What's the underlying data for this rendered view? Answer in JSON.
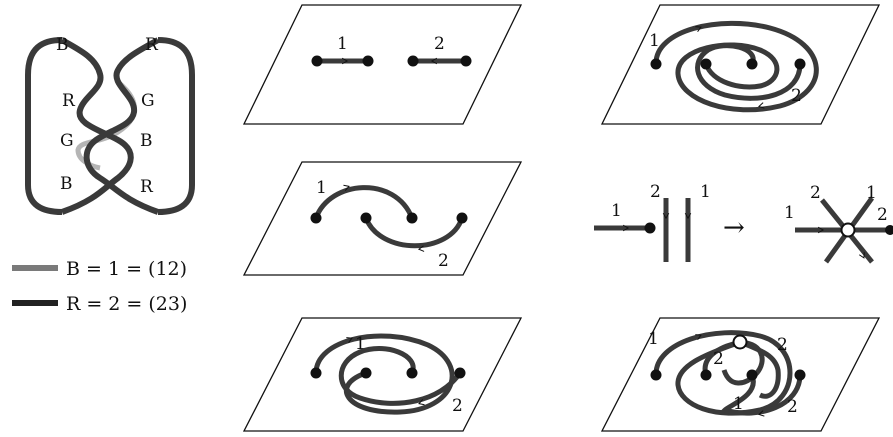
{
  "braid": {
    "left_top": "B",
    "right_top": "R",
    "left_2": "R",
    "right_2": "G",
    "left_3": "G",
    "right_3": "B",
    "left_bottom": "B",
    "right_bottom": "R"
  },
  "legend": {
    "row1": "B = 1 = (12)",
    "row2": "R = 2 = (23)"
  },
  "labels": {
    "one": "1",
    "two": "2",
    "arrow": "→"
  },
  "colors": {
    "ink": "#111111",
    "dark_strand": "#3a3a3a",
    "mid_strand": "#7a7a7a",
    "light_strand": "#b5b5b5"
  }
}
